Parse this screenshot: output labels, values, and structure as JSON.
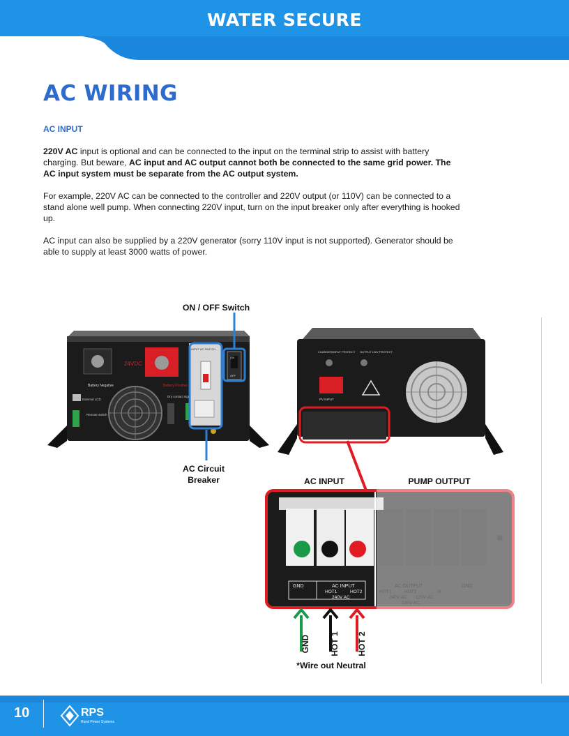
{
  "header": {
    "title": "WATER SECURE"
  },
  "page": {
    "title": "AC WIRING",
    "number": "10"
  },
  "section": {
    "heading": "AC INPUT"
  },
  "paragraphs": {
    "p1_bold_a": "220V AC",
    "p1_text_a": " input is optional and can be connected to the input on the terminal strip to assist with battery charging. But beware, ",
    "p1_bold_b": "AC input and AC output cannot both be connected to the same grid power. The AC input system must be separate from the AC output system.",
    "p2": "For example, 220V AC can be connected to the controller and 220V output (or 110V) can be connected to a stand alone well pump. When connecting 220V input, turn on the input breaker only after everything is hooked up.",
    "p3": "AC input can also be supplied by a 220V generator (sorry 110V input is not supported). Generator should be able to supply at least 3000 watts of power."
  },
  "diagram": {
    "on_off_label": "ON / OFF Switch",
    "breaker_label_1": "AC Circuit",
    "breaker_label_2": "Breaker",
    "ac_input_label": "AC INPUT",
    "pump_output_label": "PUMP OUTPUT",
    "wire_gnd": "GND",
    "wire_hot1": "HOT 1",
    "wire_hot2": "HOT 2",
    "neutral_note": "*Wire out Neutral",
    "left_unit": {
      "voltage": "24VDC",
      "battery_negative": "Battery Negative",
      "battery_positive": "Battery Positive",
      "external_lcd": "External LCD",
      "remote_switch": "Remote switch",
      "dry_contact": "Dry contact signal",
      "input_ac_switch": "INPUT AC SWITCH",
      "on": "ON",
      "off": "OFF"
    },
    "right_unit": {
      "charger_protect": "CHARGER/INPUT PROTECT",
      "output_protect": "OUTPUT 120V PROTECT",
      "pv_input": "PV INPUT"
    },
    "terminal": {
      "gnd": "GND",
      "ac_input": "AC INPUT",
      "ac_output": "AC OUTPUT",
      "hot1": "HOT1",
      "hot2": "HOT2",
      "n": "N",
      "v240": "240V AC",
      "v120": "120V AC",
      "v120b": "120V AC"
    }
  },
  "footer": {
    "logo": "RPS",
    "logo_sub": "Rural Power Systems"
  },
  "colors": {
    "brand_blue": "#2d6ccc",
    "header_blue": "#1f8fe0",
    "highlight_red": "#e11b22",
    "highlight_blue": "#2e7fd1",
    "gnd_green": "#1a9a49"
  }
}
